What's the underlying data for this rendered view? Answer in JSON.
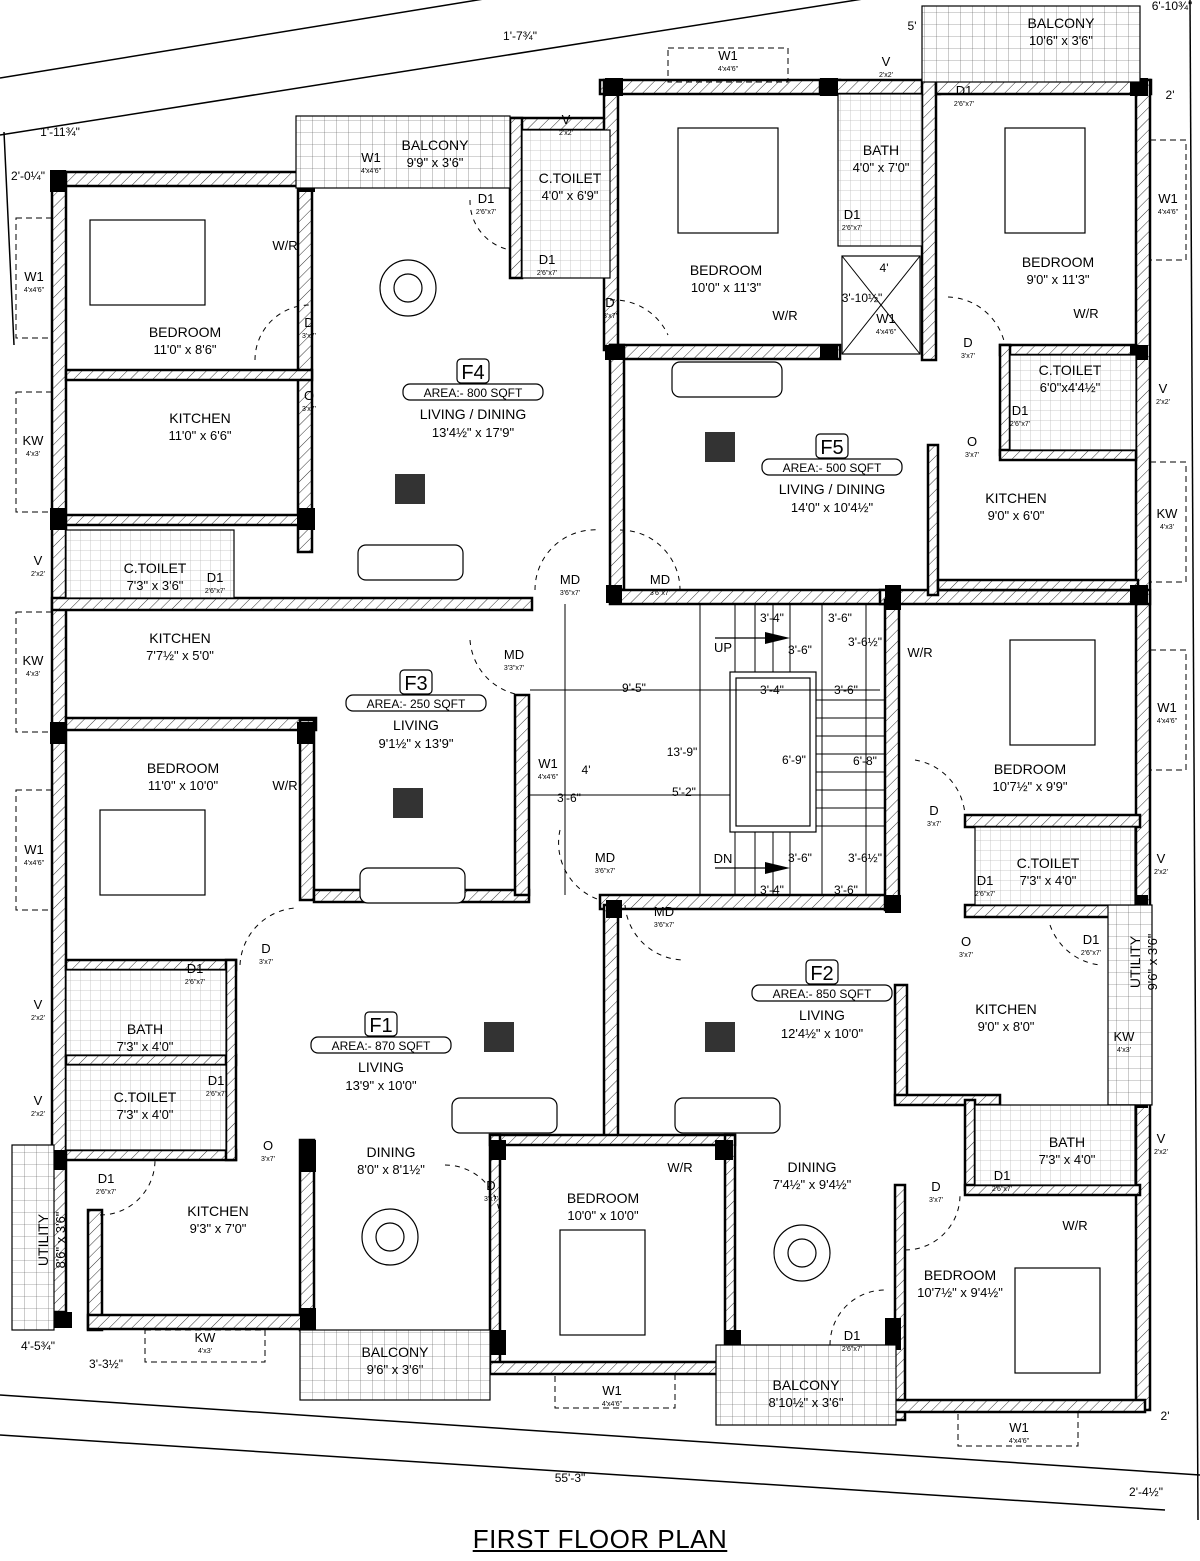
{
  "title": "FIRST FLOOR PLAN",
  "flats": [
    {
      "id": "F4",
      "label": "F4",
      "area": "AREA:- 800 SQFT",
      "main_room": "LIVING / DINING",
      "main_size": "13'4½\" x 17'9\""
    },
    {
      "id": "F5",
      "label": "F5",
      "area": "AREA:- 500 SQFT",
      "main_room": "LIVING / DINING",
      "main_size": "14'0\" x 10'4½\""
    },
    {
      "id": "F3",
      "label": "F3",
      "area": "AREA:- 250 SQFT",
      "main_room": "LIVING",
      "main_size": "9'1½\" x 13'9\""
    },
    {
      "id": "F2",
      "label": "F2",
      "area": "AREA:- 850 SQFT",
      "main_room": "LIVING",
      "main_size": "12'4½\" x 10'0\""
    },
    {
      "id": "F1",
      "label": "F1",
      "area": "AREA:- 870 SQFT",
      "main_room": "LIVING",
      "main_size": "13'9\" x 10'0\""
    }
  ],
  "rooms": [
    {
      "name": "BALCONY",
      "size": "9'9\" x 3'6\""
    },
    {
      "name": "C.TOILET",
      "size": "4'0\" x 6'9\""
    },
    {
      "name": "BEDROOM",
      "size": "11'0\" x 8'6\""
    },
    {
      "name": "KITCHEN",
      "size": "11'0\" x 6'6\""
    },
    {
      "name": "BEDROOM",
      "size": "10'0\" x 11'3\""
    },
    {
      "name": "BATH",
      "size": "4'0\" x 7'0\""
    },
    {
      "name": "BALCONY",
      "size": "10'6\" x 3'6\""
    },
    {
      "name": "BEDROOM",
      "size": "9'0\" x 11'3\""
    },
    {
      "name": "C.TOILET",
      "size": "6'0\"x4'4½\""
    },
    {
      "name": "KITCHEN",
      "size": "9'0\" x 6'0\""
    },
    {
      "name": "C.TOILET",
      "size": "7'3\" x 3'6\""
    },
    {
      "name": "KITCHEN",
      "size": "7'7½\" x 5'0\""
    },
    {
      "name": "BEDROOM",
      "size": "11'0\" x 10'0\""
    },
    {
      "name": "BEDROOM",
      "size": "10'7½\" x 9'9\""
    },
    {
      "name": "C.TOILET",
      "size": "7'3\" x 4'0\""
    },
    {
      "name": "KITCHEN",
      "size": "9'0\" x 8'0\""
    },
    {
      "name": "UTILITY",
      "size": "9'6\" x 3'6\""
    },
    {
      "name": "BATH",
      "size": "7'3\" x 4'0\""
    },
    {
      "name": "DINING",
      "size": "7'4½\" x 9'4½\""
    },
    {
      "name": "BEDROOM",
      "size": "10'7½\" x 9'4½\""
    },
    {
      "name": "BALCONY",
      "size": "8'10½\" x 3'6\""
    },
    {
      "name": "BEDROOM",
      "size": "10'0\" x 10'0\""
    },
    {
      "name": "BATH",
      "size": "7'3\" x 4'0\""
    },
    {
      "name": "C.TOILET",
      "size": "7'3\" x 4'0\""
    },
    {
      "name": "DINING",
      "size": "8'0\" x 8'1½\""
    },
    {
      "name": "KITCHEN",
      "size": "9'3\" x 7'0\""
    },
    {
      "name": "UTILITY",
      "size": "8'6\" x 3'6\""
    },
    {
      "name": "BALCONY",
      "size": "9'6\" x 3'6\""
    }
  ],
  "openings": {
    "W1": "W1",
    "W1_size": "4'x4'6\"",
    "D": "D",
    "D_size": "3'x7'",
    "D1": "D1",
    "D1_size": "2'6\"x7'",
    "V": "V",
    "V_size": "2'x2'",
    "KW": "KW",
    "KW_size": "4'x3'",
    "MD": "MD",
    "MD_size": "3'6\"x7'",
    "MD_size_b": "3'3\"x7'",
    "O": "O",
    "O_size": "3'x7'",
    "WR": "W/R"
  },
  "stair": {
    "up": "UP",
    "dn": "DN"
  },
  "dimensions": {
    "d1": "1'-11¾\"",
    "d2": "2'-0¼\"",
    "d3": "1'-7¾\"",
    "d4": "6'-10¾\"",
    "d5": "5'",
    "d6": "2'",
    "d7": "4'",
    "d8": "3'-10½\"",
    "d9": "3'-4\"",
    "d10": "3'-6\"",
    "d11": "3'-6½\"",
    "d12": "9'-5\"",
    "d13": "13'-9\"",
    "d14": "6'-9\"",
    "d15": "6'-8\"",
    "d16": "5'-2\"",
    "d17": "4'",
    "d18": "4'-5¾\"",
    "d19": "3'-3½\"",
    "d20": "55'-3\"",
    "d21": "2'-4½\""
  }
}
